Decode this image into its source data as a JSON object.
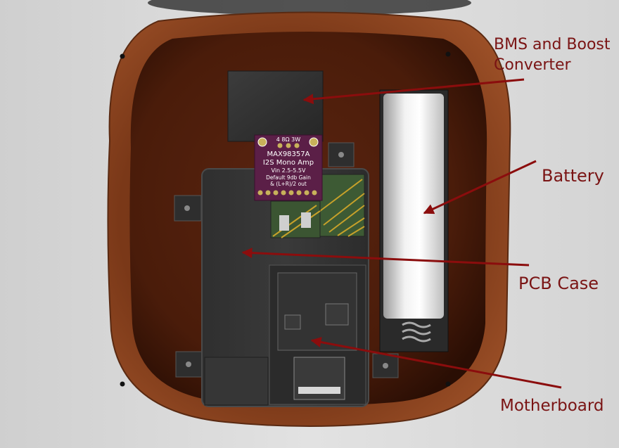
{
  "callouts": {
    "bms": {
      "line1": "BMS and Boost",
      "line2": "Converter"
    },
    "battery": "Battery",
    "pcb_case": "PCB Case",
    "motherboard": "Motherboard"
  },
  "amp_board": {
    "top_pins": "4  8Ω  3W",
    "line1": "MAX98357A",
    "line2": "I2S Mono Amp",
    "line3": "Vin  2.5-5.5V",
    "line4": "Default 9db Gain",
    "line5": "& (L+R)/2 out"
  },
  "colors": {
    "arrow": "#8b0d0d",
    "label": "#7a1414",
    "wood": "#8a4420",
    "amp_pcb": "#5b1f47"
  }
}
